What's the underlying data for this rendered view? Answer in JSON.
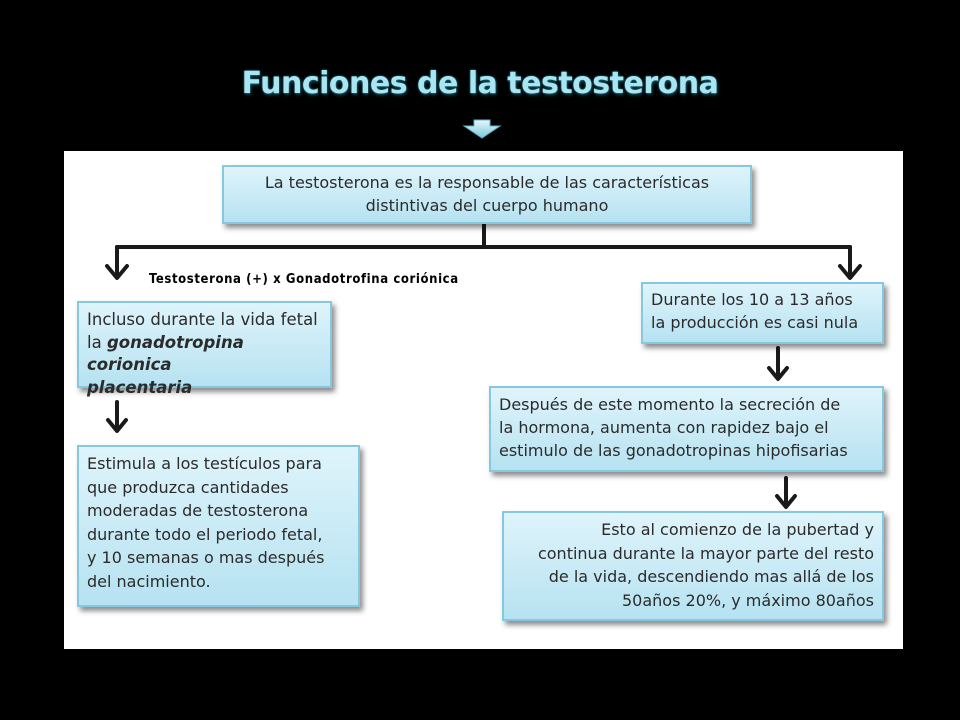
{
  "title": "Funciones de la testosterona",
  "annotation": "Testosterona  (+) x Gonadotrofina  coriónica",
  "boxes": {
    "top": "La testosterona es la responsable de las características\ndistintivas del cuerpo humano",
    "fetal_line1": "Incluso durante la vida fetal",
    "fetal_line2_prefix": "la ",
    "fetal_emphasis": "gonadotropina corionica\nplacentaria",
    "stimulate": "Estimula a los testículos para\nque produzca cantidades\nmoderadas de testosterona\ndurante  todo el periodo fetal,\ny 10 semanas o mas después\ndel nacimiento.",
    "null_production": "Durante los 10 a 13 años\nla producción es casi nula",
    "after_moment": "Después de este momento la secreción de\nla hormona, aumenta con rapidez bajo el\nestimulo de las gonadotropinas hipofisarias",
    "puberty": "Esto al comienzo de la pubertad y\ncontinua durante la mayor parte del resto\nde la vida, descendiendo mas allá de los\n50años 20%, y máximo 80años"
  },
  "colors": {
    "background": "#000000",
    "panel": "#ffffff",
    "title": "#a9e6f2",
    "box_fill_top": "#dff4fb",
    "box_fill_bottom": "#b6e2f1",
    "box_border": "#86c8df"
  }
}
